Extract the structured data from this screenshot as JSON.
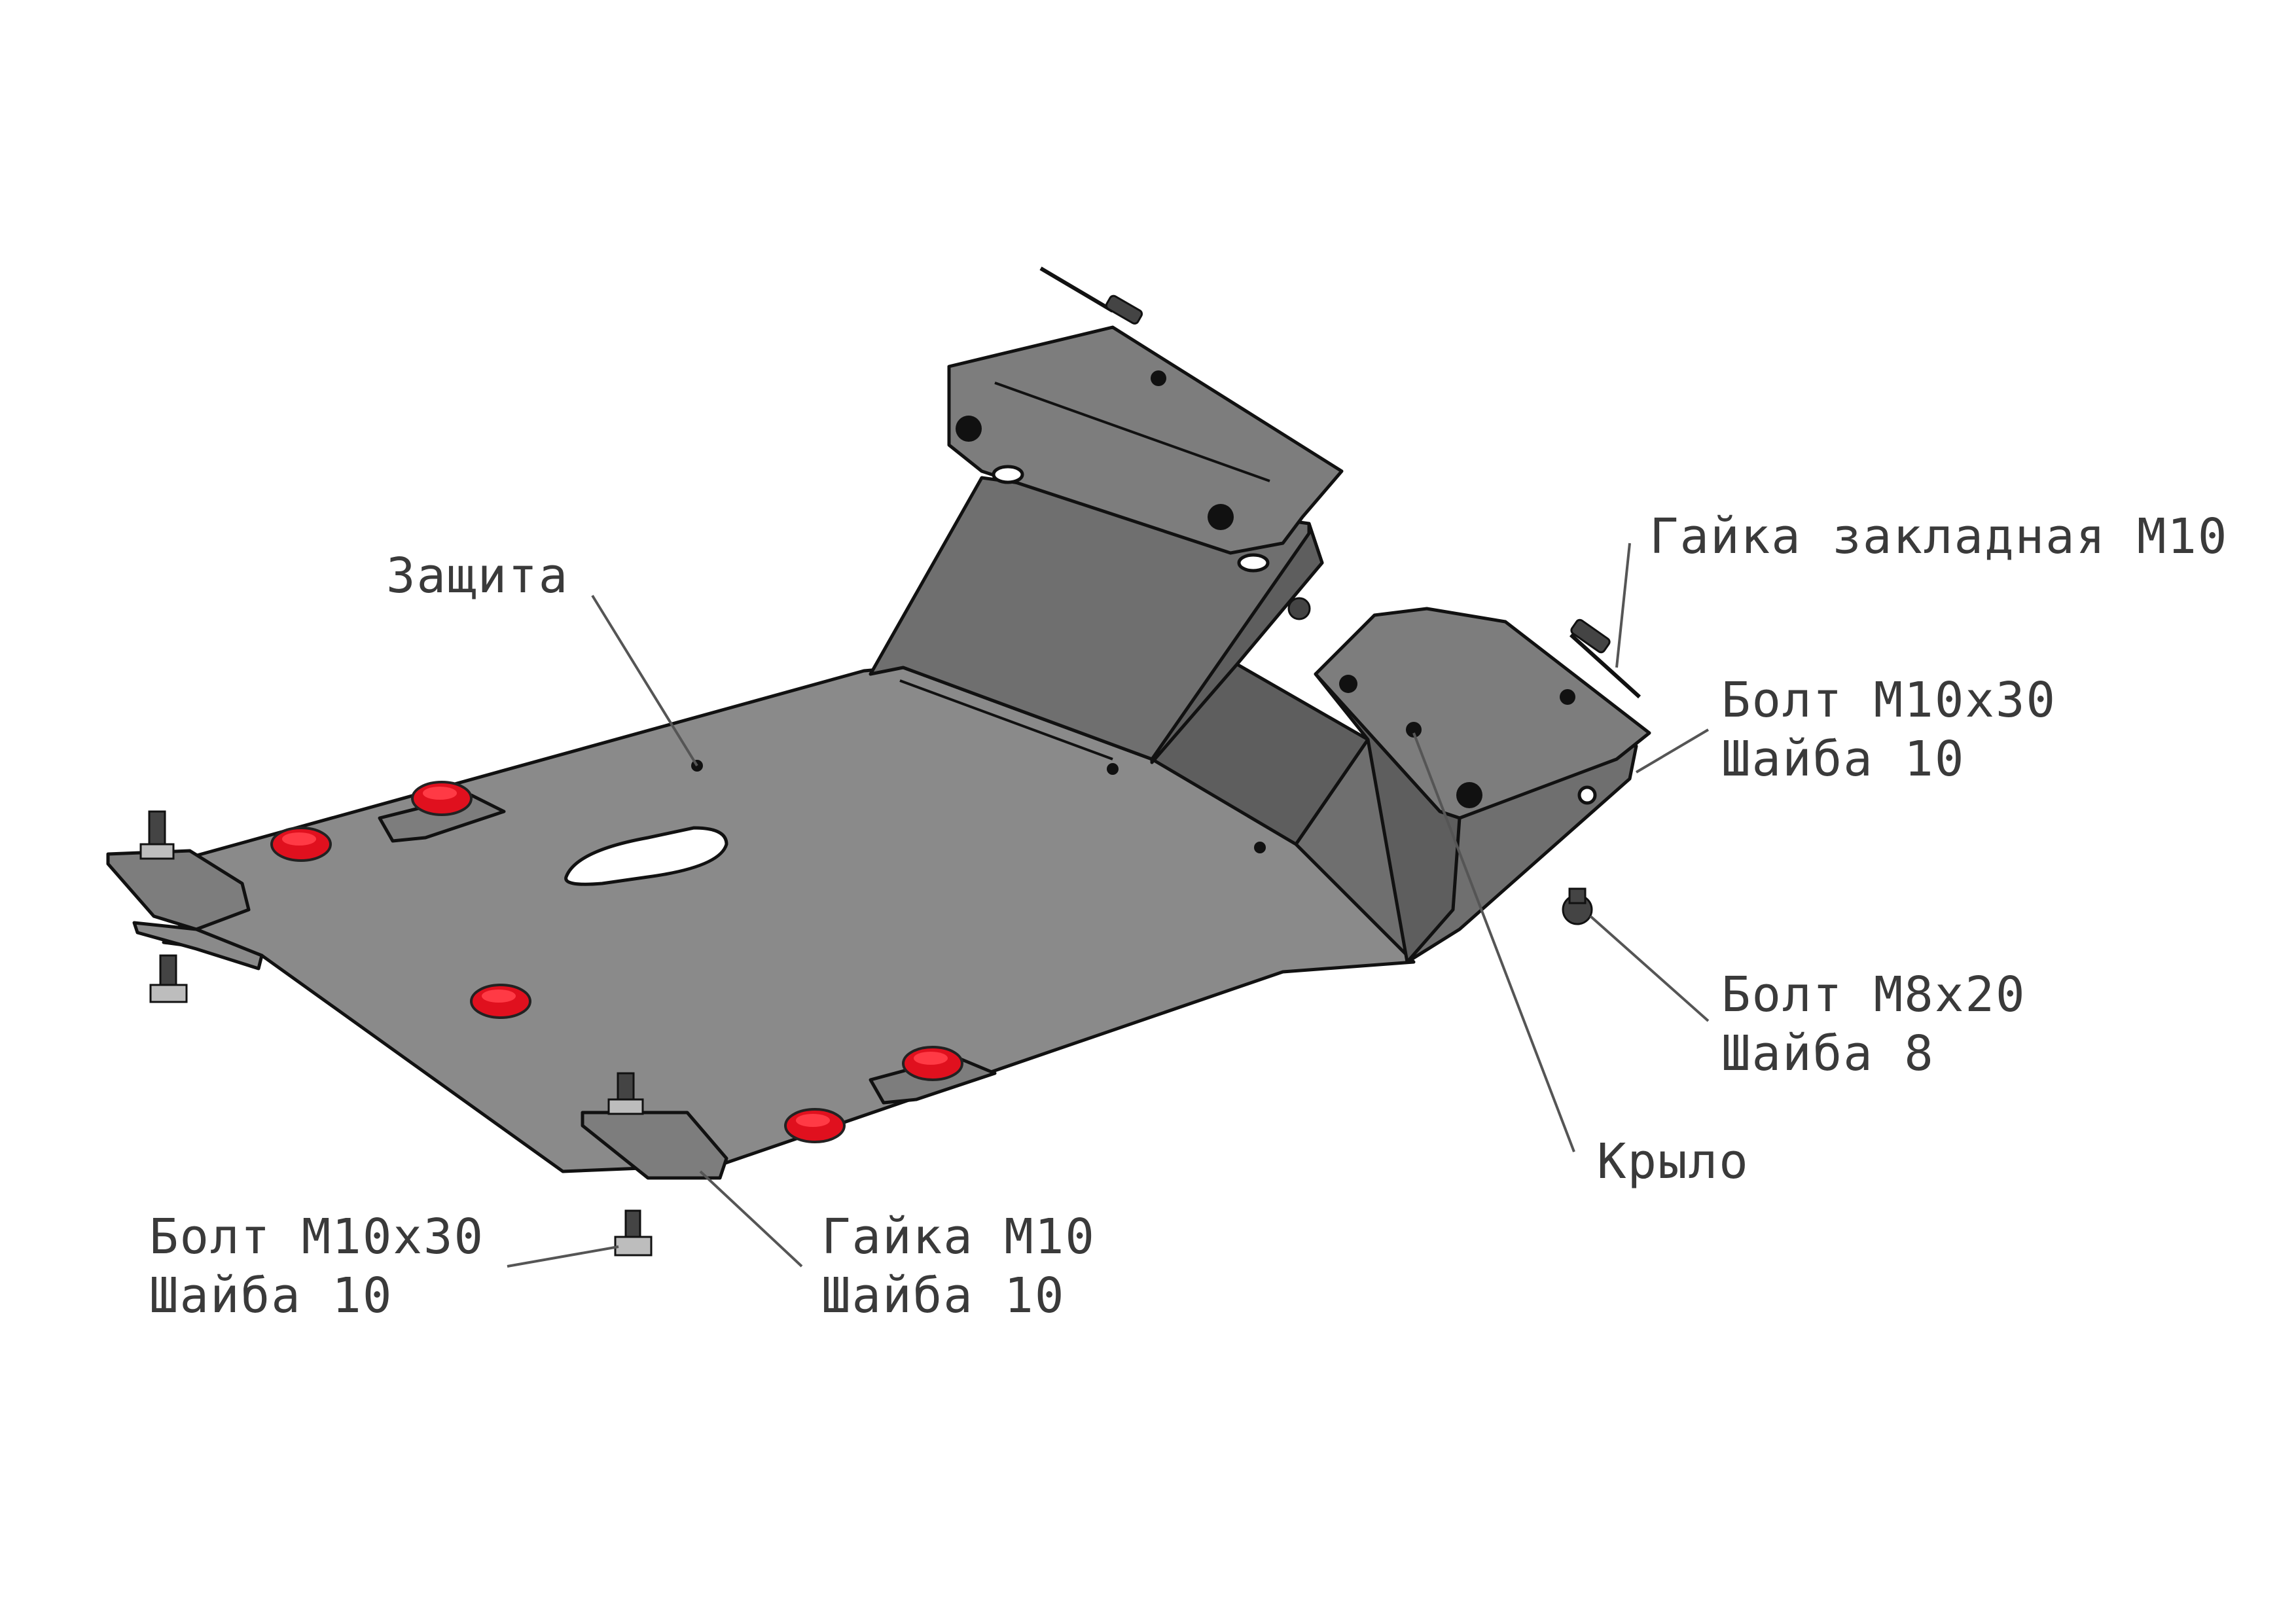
{
  "labels": {
    "guard": "Защита",
    "cage_nut": "Гайка закладная М10",
    "bolt_m10_right": "Болт М10х30",
    "washer_10_right": "Шайба 10",
    "bolt_m8": "Болт М8х20",
    "washer_8": "Шайба 8",
    "wing": "Крыло",
    "bolt_m10_left": "Болт М10х30",
    "washer_10_left": "Шайба 10",
    "nut_m10": "Гайка М10",
    "washer_10_nut": "Шайба 10"
  },
  "colors": {
    "plate": "#8a8a8a",
    "outline": "#111111",
    "highlight_nut": "#e0101e",
    "label_text": "#3a3a3a"
  }
}
